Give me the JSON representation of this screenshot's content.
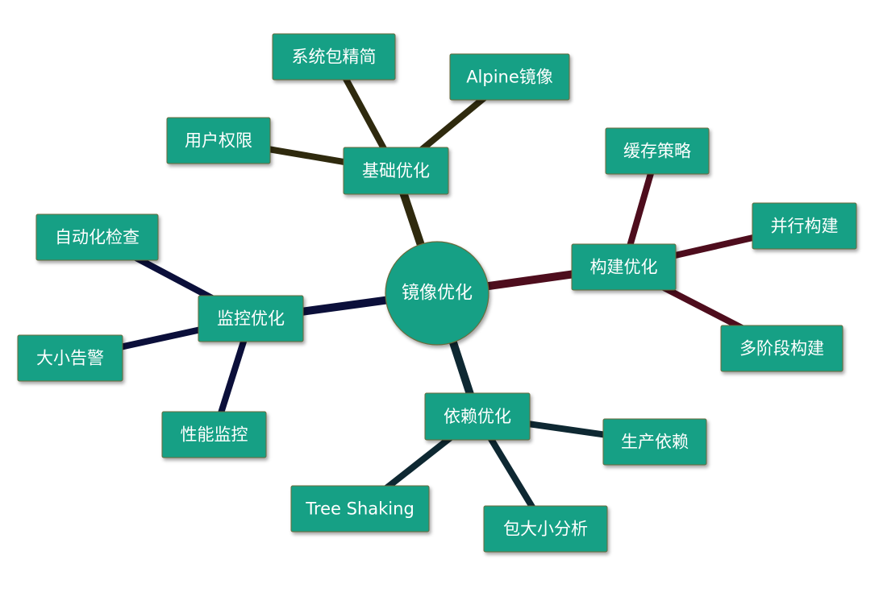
{
  "mindmap": {
    "center": {
      "id": "center",
      "label": "镜像优化"
    },
    "branches": [
      {
        "id": "basic",
        "label": "基础优化",
        "color": "#2f2a0e",
        "children": [
          {
            "id": "basic-slim",
            "label": "系统包精简"
          },
          {
            "id": "basic-alpine",
            "label": "Alpine镜像"
          },
          {
            "id": "basic-perm",
            "label": "用户权限"
          }
        ]
      },
      {
        "id": "build",
        "label": "构建优化",
        "color": "#4e0d1d",
        "children": [
          {
            "id": "build-cache",
            "label": "缓存策略"
          },
          {
            "id": "build-parallel",
            "label": "并行构建"
          },
          {
            "id": "build-multistage",
            "label": "多阶段构建"
          }
        ]
      },
      {
        "id": "deps",
        "label": "依赖优化",
        "color": "#0e2832",
        "children": [
          {
            "id": "deps-prod",
            "label": "生产依赖"
          },
          {
            "id": "deps-tree",
            "label": "Tree Shaking"
          },
          {
            "id": "deps-size",
            "label": "包大小分析"
          }
        ]
      },
      {
        "id": "monitor",
        "label": "监控优化",
        "color": "#0b0f3a",
        "children": [
          {
            "id": "monitor-auto",
            "label": "自动化检查"
          },
          {
            "id": "monitor-alert",
            "label": "大小告警"
          },
          {
            "id": "monitor-perf",
            "label": "性能监控"
          }
        ]
      }
    ]
  },
  "colors": {
    "node_fill": "#17a085",
    "node_text": "#ffffff",
    "node_border": "#6b6a3a"
  }
}
